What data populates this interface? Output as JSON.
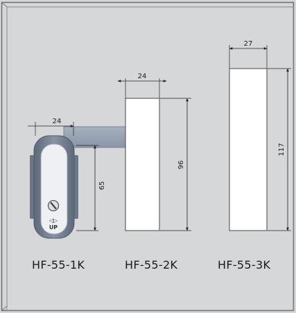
{
  "colors": {
    "panel_background": "#d6d7d9",
    "frame_border": "#5a5a5a",
    "bar_fill": "#ffffff",
    "handle_body": "#7e8a99",
    "handle_arm": "#9aa5b5",
    "dimension_line": "#222222"
  },
  "products": [
    {
      "label": "HF-55-1K",
      "width_dim": "24",
      "height_dim": "65"
    },
    {
      "label": "HF-55-2K",
      "width_dim": "24",
      "height_dim": "96"
    },
    {
      "label": "HF-55-3K",
      "width_dim": "27",
      "height_dim": "117"
    }
  ],
  "handle_marks": {
    "arrows": "◁▷",
    "text": "UP"
  }
}
